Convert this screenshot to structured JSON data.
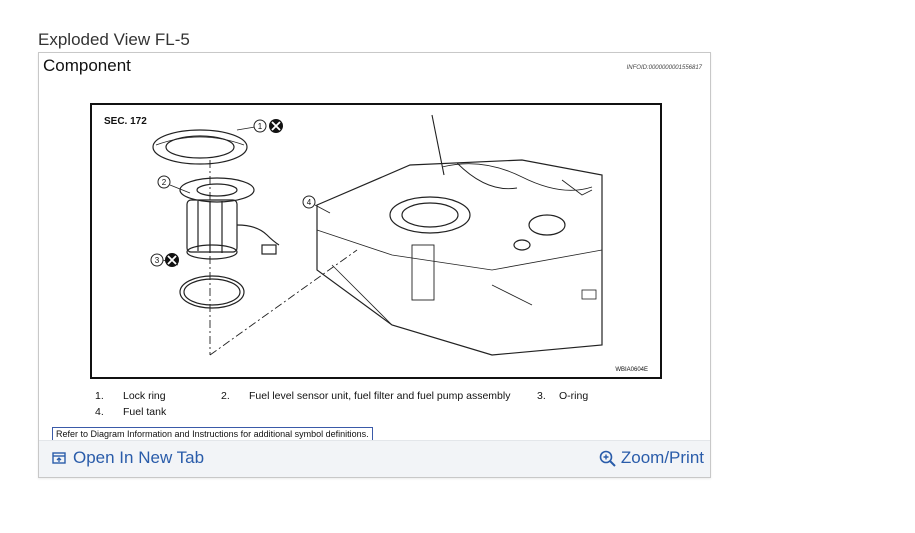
{
  "page": {
    "view_title": "Exploded View FL-5"
  },
  "card": {
    "heading": "Component",
    "info_id": "INFOID:0000000001556817",
    "diagram": {
      "section_label": "SEC. 172",
      "callouts": [
        "1",
        "2",
        "3",
        "4"
      ],
      "figure_code": "WBIA0604E"
    },
    "legend": [
      {
        "num": "1.",
        "label": "Lock ring"
      },
      {
        "num": "2.",
        "label": "Fuel level sensor unit, fuel filter and fuel pump assembly"
      },
      {
        "num": "3.",
        "label": "O-ring"
      },
      {
        "num": "4.",
        "label": "Fuel tank"
      }
    ],
    "note": "Refer to Diagram Information and Instructions for additional symbol definitions."
  },
  "footer": {
    "open_tab_label": "Open In New Tab",
    "zoom_label": "Zoom/Print",
    "link_color": "#2a5caa"
  }
}
